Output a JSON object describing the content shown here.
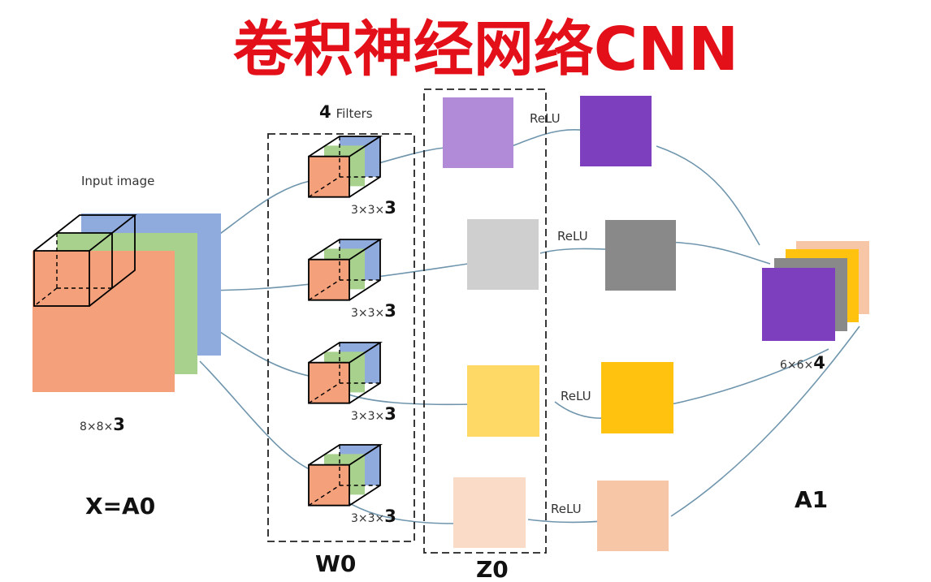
{
  "title": "卷积神经网络CNN",
  "input": {
    "label": "Input image",
    "dims": "8×8×",
    "dims_bold": "3",
    "name": "X=A0"
  },
  "filters": {
    "count": "4",
    "label": "Filters",
    "dims": "3×3×",
    "dims_bold": "3",
    "name": "W0"
  },
  "z_group": {
    "name": "Z0"
  },
  "output": {
    "dims": "6×6×",
    "dims_bold": "4",
    "name": "A1"
  },
  "activation_label": "ReLU",
  "channel_colors": {
    "red": "#f4a07a",
    "green": "#a9d18e",
    "blue": "#8faadc"
  },
  "pre_activation_colors": [
    "#b18bd8",
    "#cfcfcf",
    "#ffd966",
    "#fadbc8"
  ],
  "activation_colors": [
    "#7d3fbd",
    "#898989",
    "#ffc20e",
    "#f7c6a6"
  ]
}
